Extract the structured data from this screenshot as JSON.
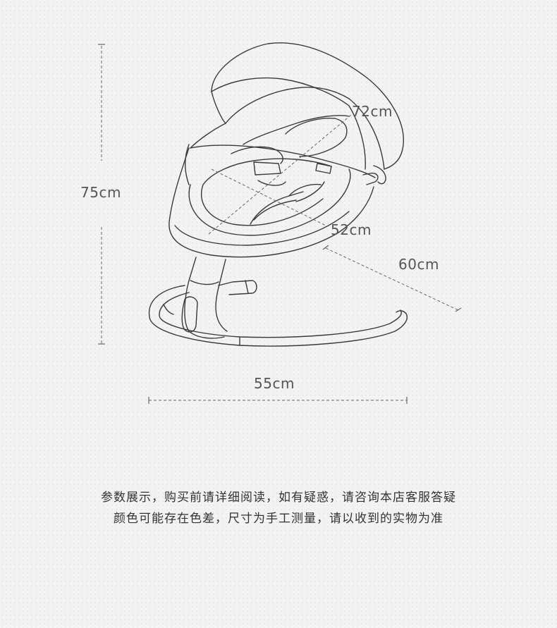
{
  "dimensions": {
    "height": "75cm",
    "canopy_length": "72cm",
    "seat_width": "52cm",
    "depth": "60cm",
    "base_width": "55cm"
  },
  "notes": {
    "line1": "参数展示，购买前请详细阅读，如有疑惑，请咨询本店客服答疑",
    "line2": "颜色可能存在色差，尺寸为手工测量，请以收到的实物为准"
  },
  "colors": {
    "background": "#f3f3f3",
    "line": "#3a3a3a",
    "dimension_line": "#666666",
    "text": "#333333"
  }
}
